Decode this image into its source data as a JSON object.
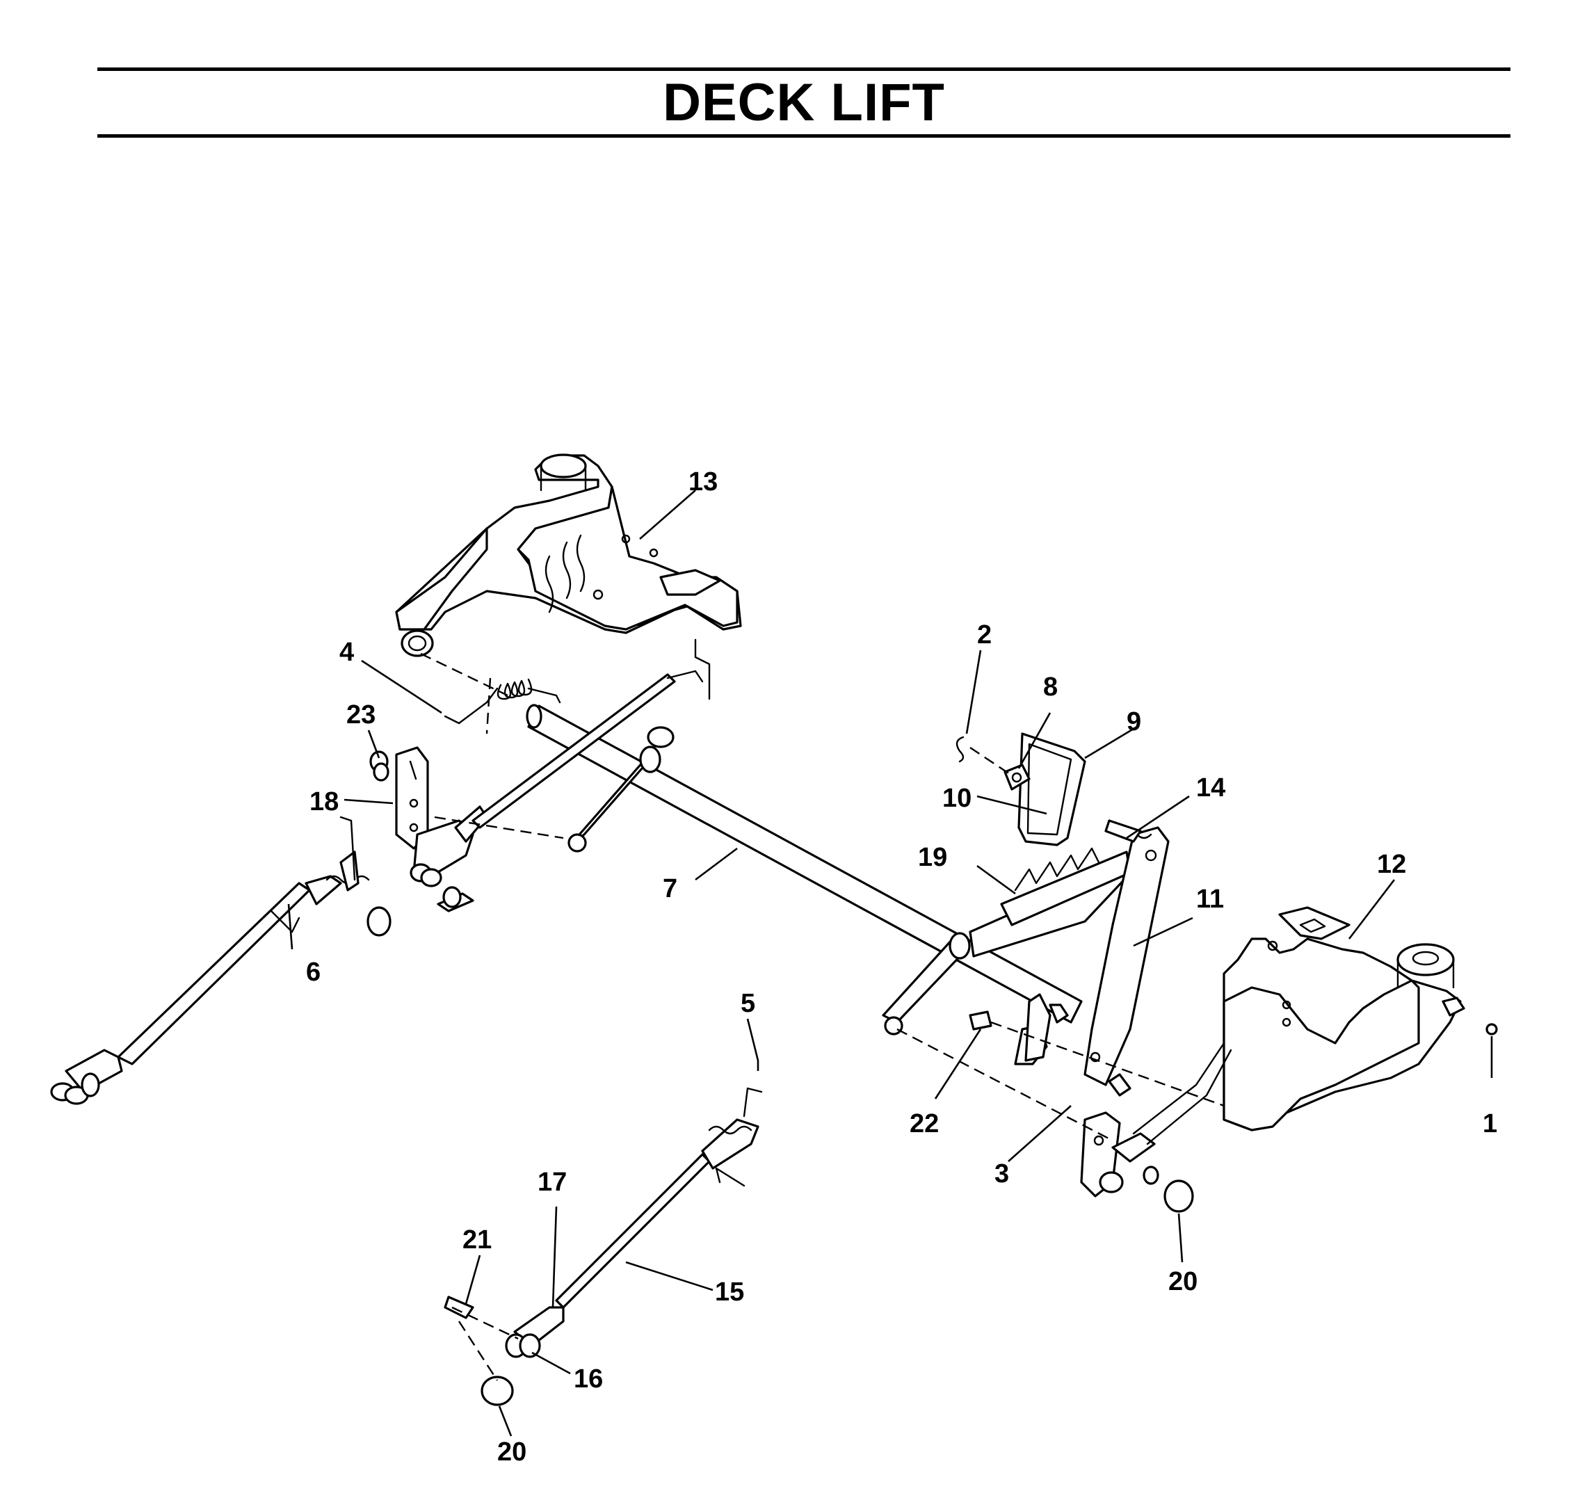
{
  "title": "DECK LIFT",
  "callouts": [
    "1",
    "2",
    "3",
    "4",
    "5",
    "6",
    "7",
    "8",
    "9",
    "10",
    "11",
    "12",
    "13",
    "14",
    "15",
    "16",
    "17",
    "18",
    "19",
    "20",
    "20",
    "21",
    "22",
    "23"
  ]
}
